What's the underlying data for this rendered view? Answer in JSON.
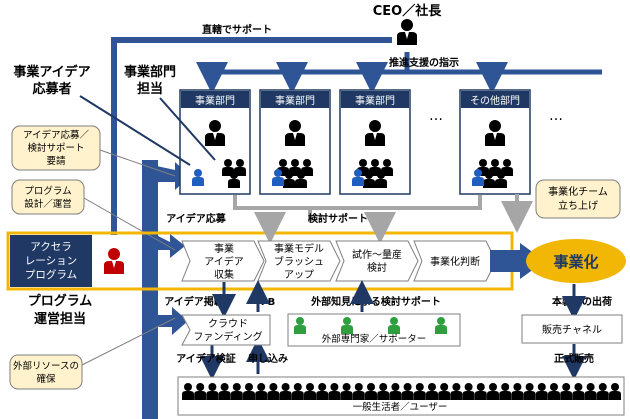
{
  "title": "CEO／社長",
  "labels": {
    "direct_support": "直轄でサポート",
    "promote_support": "推進支援の指示",
    "applicant": [
      "事業アイデア",
      "応募者"
    ],
    "dept_owner": [
      "事業部門",
      "担当"
    ],
    "program_manager": [
      "プログラム",
      "運営担当"
    ],
    "accelerator": [
      "アクセラ",
      "レーション",
      "プログラム"
    ],
    "business_launch": "事業化",
    "team_launch": [
      "事業化チーム",
      "立ち上げ"
    ],
    "idea_application": "アイデア応募",
    "review_support": "検討サポート",
    "idea_posting": "アイデア掲載",
    "fb": "FB",
    "external_support": "外部知見による検討サポート",
    "product_release": "本製品の出荷",
    "idea_validation": "アイデア検証",
    "application": "申し込み",
    "official_sales": "正式販売",
    "ellipsis": "…"
  },
  "departments": [
    "事業部門",
    "事業部門",
    "事業部門",
    "その他部門"
  ],
  "process_steps": [
    [
      "事業",
      "アイデア",
      "収集"
    ],
    [
      "事業モデル",
      "ブラッシュ",
      "アップ"
    ],
    [
      "試作～量産",
      "検討"
    ],
    [
      "事業化判断"
    ]
  ],
  "callouts": [
    [
      "アイデア応募／",
      "検討サポート",
      "要請"
    ],
    [
      "プログラム",
      "設計／運営"
    ],
    [
      "外部リソースの",
      "確保"
    ]
  ],
  "crowdfunding": [
    "クラウド",
    "ファンディング"
  ],
  "experts": "外部専門家／サポーター",
  "sales_channel": "販売チャネル",
  "public_users": "一般生活者／ユーザー",
  "colors": {
    "navy": "#1f3864",
    "arrow_blue": "#2f5597",
    "gray_arrow": "#a6a6a6",
    "gold": "#f2b705",
    "callout_fill": "#fff2cc",
    "green": "#2e9e3e",
    "red": "#c00000",
    "person_blue": "#1f5fbf"
  }
}
